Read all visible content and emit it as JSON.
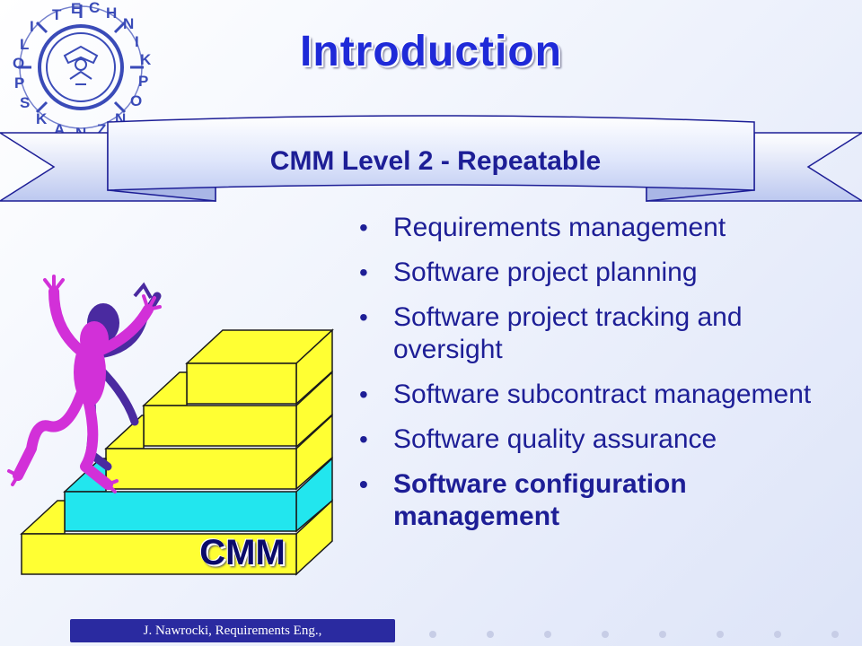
{
  "slide": {
    "title": "Introduction",
    "subtitle": "CMM Level 2 - Repeatable",
    "bullets": [
      {
        "text": "Requirements management",
        "bold": false
      },
      {
        "text": "Software project planning",
        "bold": false
      },
      {
        "text": "Software project tracking and oversight",
        "bold": false
      },
      {
        "text": "Software subcontract management",
        "bold": false
      },
      {
        "text": "Software quality assurance",
        "bold": false
      },
      {
        "text": "Software configuration management",
        "bold": true
      }
    ],
    "stairs_label": "CMM",
    "footer": "J. Nawrocki, Requirements Eng.,",
    "logo_text": "POLITECHNIKA POZNANSKA",
    "colors": {
      "title": "#1f2ad8",
      "text": "#1d1e96",
      "stair_yellow": "#ffff33",
      "stair_cyan": "#22e6ee",
      "figure_magenta": "#d230d8",
      "figure_purple": "#4a2aa0",
      "footer_bg": "#2a2aa0"
    }
  }
}
